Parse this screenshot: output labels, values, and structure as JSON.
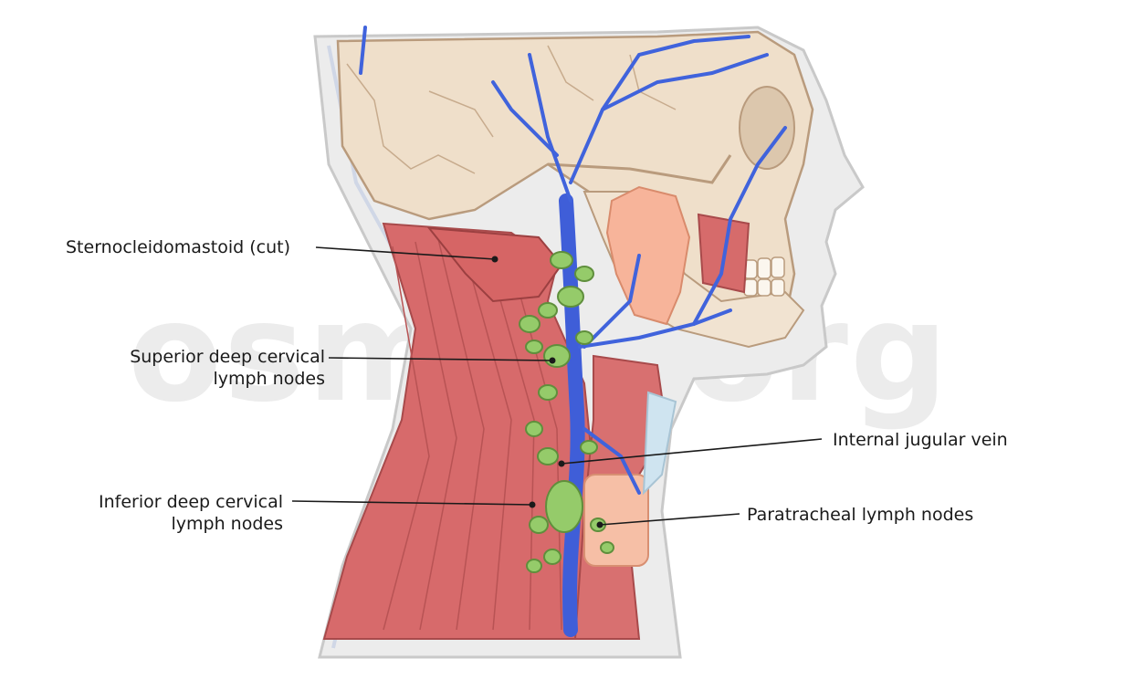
{
  "watermark": "osmos.org",
  "labels": {
    "scm": "Sternocleidomastoid (cut)",
    "superior_line1": "Superior deep cervical",
    "superior_line2": "lymph nodes",
    "ijv": "Internal jugular vein",
    "inferior_line1": "Inferior deep cervical",
    "inferior_line2": "lymph nodes",
    "paratracheal": "Paratracheal lymph nodes"
  },
  "colors": {
    "skin": "#e8e8e8",
    "bone": "#ecdcc8",
    "muscle": "#d86b6b",
    "vein": "#3f5ed8",
    "lymph": "#8fca66",
    "gland": "#f4b39a"
  }
}
